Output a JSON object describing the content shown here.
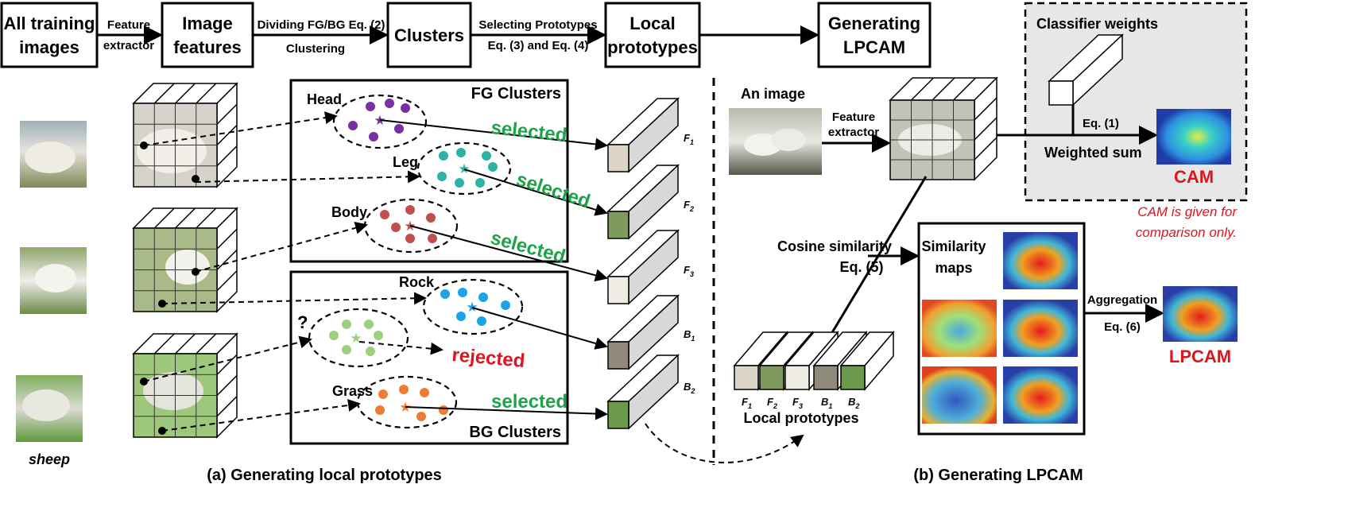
{
  "pipeline": {
    "step1": [
      "All training",
      "images"
    ],
    "arrow1": [
      "Feature",
      "extractor"
    ],
    "step2": [
      "Image",
      "features"
    ],
    "arrow2": [
      "Dividing FG/BG Eq. (2)",
      "Clustering"
    ],
    "step3": "Clusters",
    "arrow3": [
      "Selecting Prototypes",
      "Eq. (3) and Eq. (4)"
    ],
    "step4": [
      "Local",
      "prototypes"
    ],
    "step5": [
      "Generating",
      "LPCAM"
    ]
  },
  "left": {
    "class_label": "sheep",
    "fg_title": "FG Clusters",
    "bg_title": "BG Clusters",
    "clusters": {
      "head": "Head",
      "leg": "Leg",
      "body": "Body",
      "rock": "Rock",
      "grass": "Grass",
      "unknown": "?"
    },
    "status": {
      "selected": "selected",
      "rejected": "rejected"
    },
    "prototypes": [
      "F",
      "F",
      "F",
      "B",
      "B"
    ],
    "prototype_subs": [
      "1",
      "2",
      "3",
      "1",
      "2"
    ],
    "caption": "(a) Generating local prototypes"
  },
  "right": {
    "an_image": "An image",
    "feature_extractor": [
      "Feature",
      "extractor"
    ],
    "classifier_weights": "Classifier weights",
    "eq1": "Eq. (1)",
    "weighted_sum": "Weighted sum",
    "cam": "CAM",
    "cam_note": [
      "CAM is given for",
      "comparison only."
    ],
    "cosine": [
      "Cosine similarity",
      "Eq. (5)"
    ],
    "similarity_maps": [
      "Similarity",
      "maps"
    ],
    "aggregation": [
      "Aggregation",
      "Eq. (6)"
    ],
    "lpcam": "LPCAM",
    "local_prototypes": "Local prototypes",
    "caption": "(b) Generating LPCAM"
  },
  "colors": {
    "head": "#7a2ea3",
    "leg": "#2bb3a6",
    "body": "#c0504d",
    "rock": "#1aa3e8",
    "unknown": "#9ccf7e",
    "grass": "#ef7d31",
    "selected": "#1fa34a",
    "rejected": "#e0141e",
    "gray_panel": "#e7e7e7"
  }
}
